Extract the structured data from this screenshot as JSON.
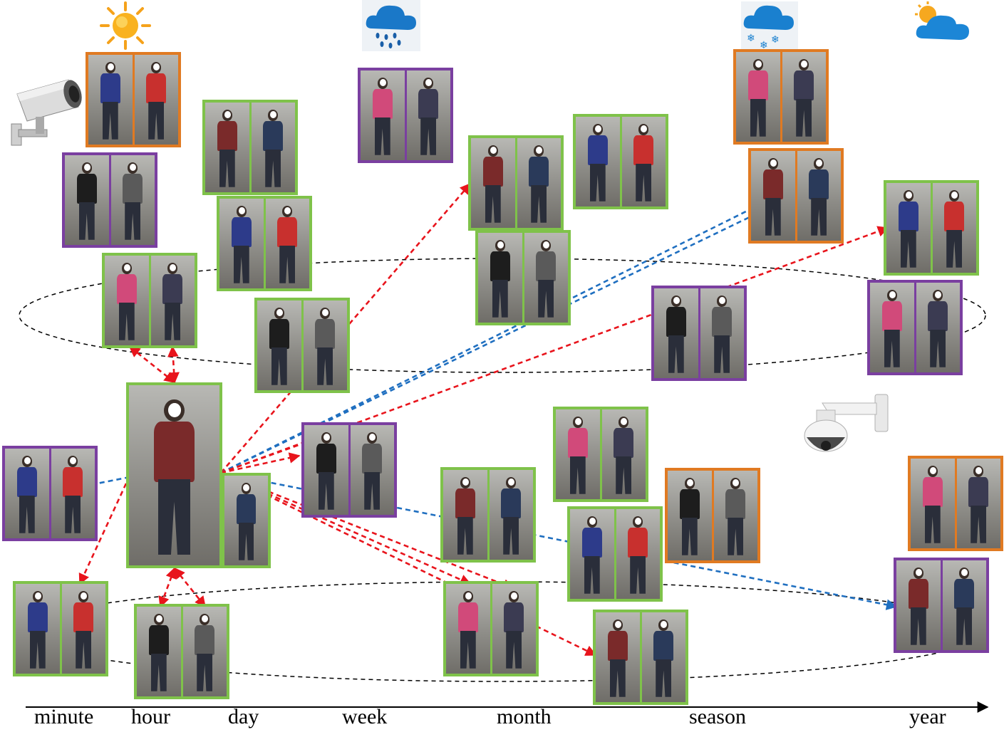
{
  "time_axis": {
    "labels": [
      "minute",
      "hour",
      "day",
      "week",
      "month",
      "season",
      "year"
    ]
  },
  "legend_colors": {
    "green": "#7fc24a",
    "purple": "#7a3fa0",
    "orange": "#e07a22",
    "red_arrow": "#e8141c",
    "blue_arrow": "#1f6fc0"
  },
  "weather_icons": [
    "sun-icon",
    "rain-cloud-icon",
    "snow-cloud-icon",
    "partly-cloudy-icon"
  ],
  "cameras": [
    "bullet-camera-icon",
    "dome-camera-icon"
  ]
}
